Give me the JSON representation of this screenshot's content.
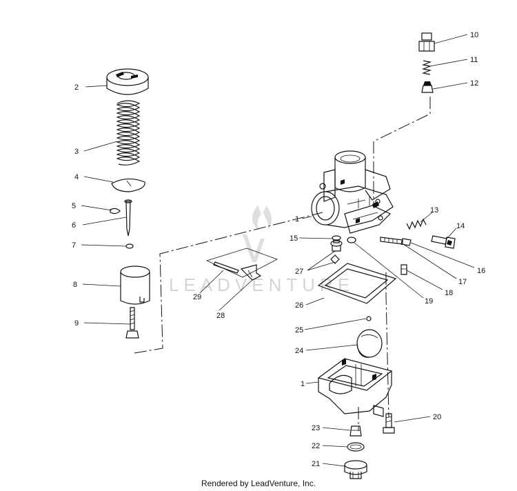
{
  "watermark": "LEADVENTURE",
  "footer": "Rendered by LeadVenture, Inc.",
  "callouts": [
    "1",
    "2",
    "3",
    "4",
    "5",
    "6",
    "7",
    "8",
    "9",
    "10",
    "11",
    "12",
    "13",
    "14",
    "15",
    "16",
    "17",
    "18",
    "19",
    "20",
    "21",
    "22",
    "23",
    "24",
    "25",
    "26",
    "27",
    "28",
    "29"
  ]
}
